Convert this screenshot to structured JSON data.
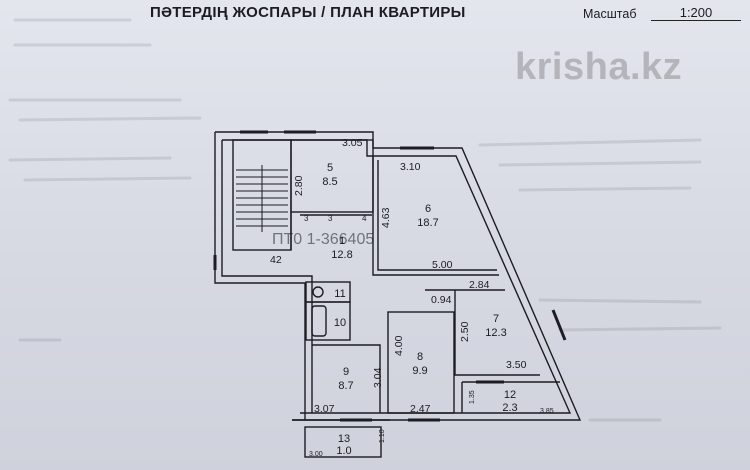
{
  "header": {
    "title": "ПӘТЕРДІҢ ЖОСПАРЫ / ПЛАН КВАРТИРЫ",
    "scale_label": "Масштаб",
    "scale_value": "1:200"
  },
  "watermark": "krisha.kz",
  "plan_code": "ПТ0 1-366405",
  "rooms": [
    {
      "number": "1",
      "area": "12.8"
    },
    {
      "number": "5",
      "area": "8.5"
    },
    {
      "number": "6",
      "area": "18.7"
    },
    {
      "number": "7",
      "area": "12.3"
    },
    {
      "number": "8",
      "area": "9.9"
    },
    {
      "number": "9",
      "area": "8.7"
    },
    {
      "number": "10",
      "area": ""
    },
    {
      "number": "11",
      "area": ""
    },
    {
      "number": "12",
      "area": "2.3"
    },
    {
      "number": "13",
      "area": "1.0"
    }
  ],
  "dimensions": [
    "3.05",
    "2.80",
    "3.10",
    "4.63",
    "5.00",
    "42",
    "3",
    "3",
    "4",
    "2.84",
    "0.94",
    "2.50",
    "4.00",
    "3.50",
    "3.04",
    "3.07",
    "2.47",
    "1.35",
    "3.85",
    "3.00",
    "1.10"
  ],
  "colors": {
    "wall": "#3a3d48",
    "line": "#1c1c22",
    "paper": "#e1e3eb"
  }
}
